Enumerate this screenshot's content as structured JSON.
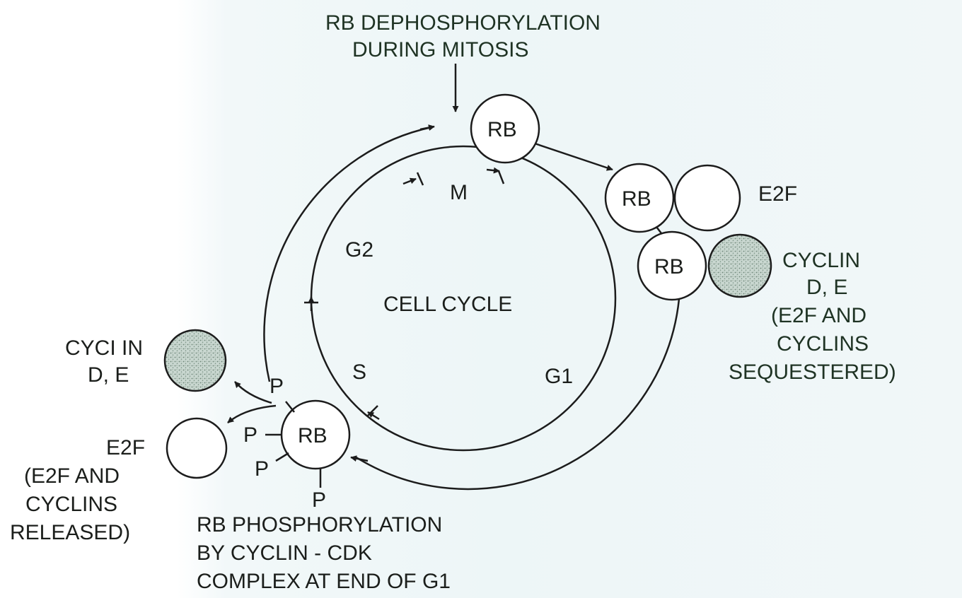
{
  "labels": {
    "dephos_line1": "RB DEPHOSPHORYLATION",
    "dephos_line2": "DURING MITOSIS",
    "cell_cycle": "CELL CYCLE",
    "phase_m": "M",
    "phase_g2": "G2",
    "phase_s": "S",
    "phase_g1": "G1",
    "rb": "RB",
    "e2f": "E2F",
    "p": "P",
    "cyclin_right_1": "CYCLIN",
    "cyclin_right_2": "D, E",
    "seq_1": "(E2F AND",
    "seq_2": "CYCLINS",
    "seq_3": "SEQUESTERED)",
    "cyclin_left_1": "CYCI IN",
    "cyclin_left_2": "D, E",
    "rel_1": "(E2F AND",
    "rel_2": "CYCLINS",
    "rel_3": "RELEASED)",
    "phos_1": "RB PHOSPHORYLATION",
    "phos_2": "BY CYCLIN - CDK",
    "phos_3": "COMPLEX AT END OF G1"
  },
  "colors": {
    "ink": "#1c1c1c",
    "text_green": "#1f3324",
    "stipple": "#8fa89b"
  }
}
